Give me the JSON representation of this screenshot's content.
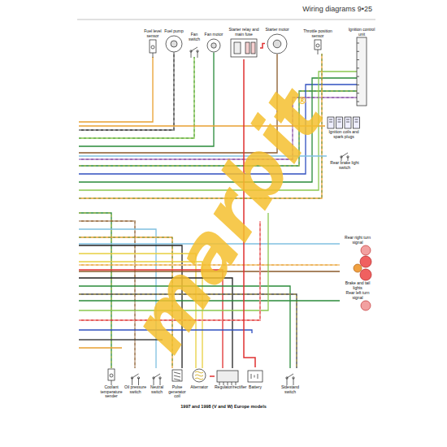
{
  "diagram": {
    "title": "Wiring diagrams 9•25",
    "caption": "1997 and 1998 (V and W) Europe models",
    "nodes": [
      {
        "text": [
          "Fuel level sensor"
        ]
      },
      {
        "text": [
          "Fuel pump"
        ]
      },
      {
        "text": [
          "Fan switch"
        ]
      },
      {
        "text": [
          "Fan motor"
        ]
      },
      {
        "text": [
          "Starter relay and main fuse"
        ]
      },
      {
        "text": [
          "Starter motor"
        ]
      },
      {
        "text": [
          "Throttle position sensor"
        ]
      },
      {
        "text": [
          "Ignition control unit"
        ]
      },
      {
        "text": [
          "Ignition coils and spark plugs"
        ]
      },
      {
        "text": [
          "Rear brake light switch"
        ]
      },
      {
        "text": [
          "Rear right turn signal"
        ]
      },
      {
        "text": [
          "Brake and tail lights"
        ]
      },
      {
        "text": [
          "Rear left turn signal"
        ]
      },
      {
        "text": [
          "Coolant temperature sender"
        ]
      },
      {
        "text": [
          "Oil pressure switch"
        ]
      },
      {
        "text": [
          "Neutral switch"
        ]
      },
      {
        "text": [
          "Pulse generator coil"
        ]
      },
      {
        "text": [
          "Alternator"
        ]
      },
      {
        "text": [
          "Regulator/rectifier"
        ]
      },
      {
        "text": [
          "Battery"
        ]
      },
      {
        "text": [
          "Sidestand switch"
        ]
      }
    ],
    "edges": [
      {
        "from": 4,
        "to": 19,
        "arrow": "none"
      },
      {
        "from": 17,
        "to": 18,
        "arrow": "none"
      },
      {
        "from": 5,
        "to": 4,
        "arrow": "none"
      }
    ],
    "labels": [
      "marbit",
      "®"
    ]
  }
}
